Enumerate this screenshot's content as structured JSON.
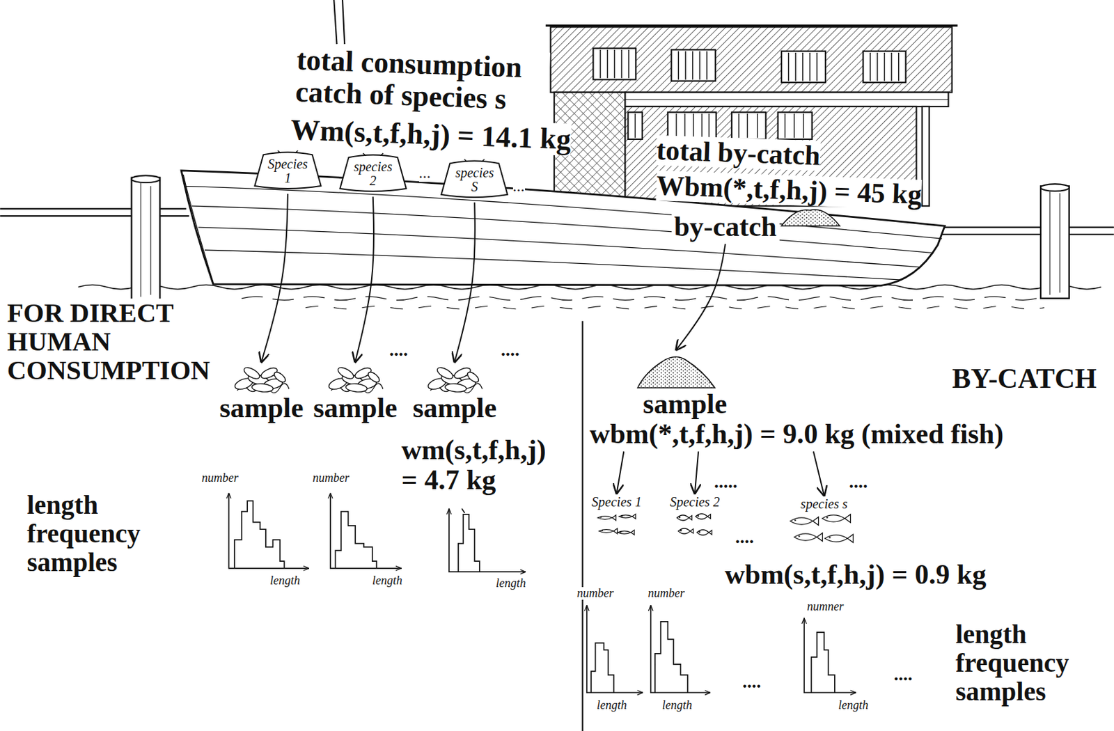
{
  "diagram": {
    "nodes": [
      {
        "text": [
          "Species 1"
        ]
      },
      {
        "text": [
          "species 2"
        ]
      },
      {
        "text": [
          "species S"
        ]
      },
      {
        "text": [
          "by-catch"
        ]
      },
      {
        "text": [
          "sample"
        ]
      },
      {
        "text": [
          "sample"
        ]
      },
      {
        "text": [
          "sample"
        ]
      },
      {
        "text": [
          "sample",
          "wbm(*,t,f,h,j) = 9.0 kg (mixed fish)"
        ]
      },
      {
        "text": [
          "Species 1"
        ]
      },
      {
        "text": [
          "Species 2"
        ]
      },
      {
        "text": [
          "species s"
        ]
      }
    ],
    "edges": [
      {
        "from": 0,
        "to": 4,
        "arrow": "to"
      },
      {
        "from": 1,
        "to": 5,
        "arrow": "to"
      },
      {
        "from": 2,
        "to": 6,
        "arrow": "to"
      },
      {
        "from": 3,
        "to": 7,
        "arrow": "to"
      },
      {
        "from": 7,
        "to": 8,
        "arrow": "to"
      },
      {
        "from": 7,
        "to": 9,
        "arrow": "to"
      },
      {
        "from": 7,
        "to": 10,
        "arrow": "to"
      }
    ],
    "labels": [
      "total consumption catch of species s",
      "Wm(s,t,f,h,j) = 14.1 kg",
      "...",
      "...",
      "total by-catch",
      "Wbm(*,t,f,h,j) = 45 kg",
      "FOR DIRECT HUMAN CONSUMPTION",
      "BY-CATCH",
      "....",
      "....",
      "wm(s,t,f,h,j) = 4.7 kg",
      "length frequency samples",
      "number",
      "number",
      "length",
      "length",
      "length",
      ".....",
      "....",
      "....",
      "wbm(s,t,f,h,j) = 0.9 kg",
      "number",
      "number",
      "numner",
      "length",
      "length",
      "length",
      "....",
      "....",
      "length frequency samples"
    ]
  }
}
